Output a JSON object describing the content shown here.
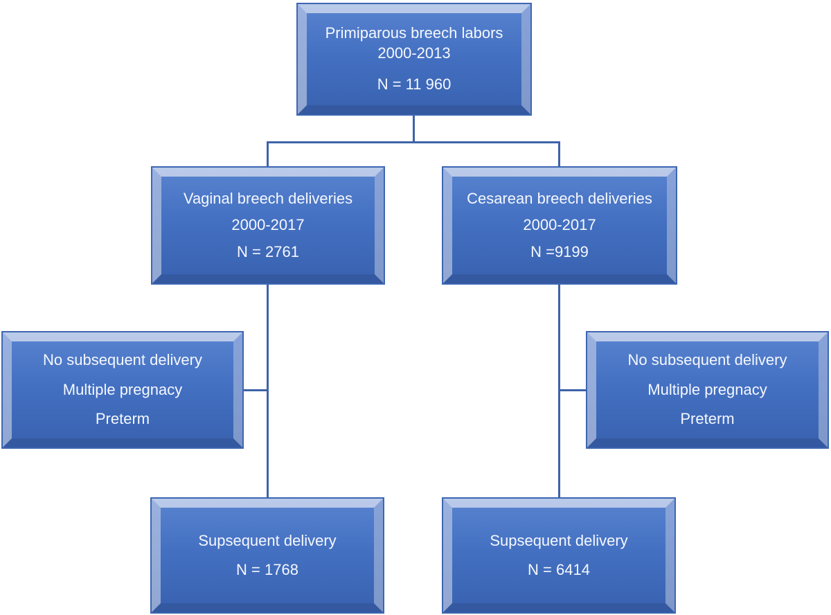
{
  "diagram": {
    "title": "Primiparous breech labor flowchart",
    "colors": {
      "box_border": "#3d66b2",
      "box_face_top": "#5580cd",
      "box_face_bottom": "#3a64b2",
      "bevel_highlight": "#c9d8f1",
      "connector": "#3e63a8",
      "text": "#f5f8fd",
      "background": "#ffffff"
    },
    "nodes": {
      "root": {
        "lines": [
          "Primiparous breech labors",
          "2000-2013",
          "N = 11 960"
        ]
      },
      "vaginal": {
        "lines": [
          "Vaginal breech deliveries",
          "2000-2017",
          "N = 2761"
        ]
      },
      "cesarean": {
        "lines": [
          "Cesarean breech deliveries",
          "2000-2017",
          "N =9199"
        ]
      },
      "excluded_left": {
        "lines": [
          "No subsequent delivery",
          "Multiple pregnacy",
          "Preterm"
        ]
      },
      "excluded_right": {
        "lines": [
          "No subsequent delivery",
          "Multiple pregnacy",
          "Preterm"
        ]
      },
      "subsequent_left": {
        "lines": [
          "Supsequent delivery",
          "N = 1768"
        ]
      },
      "subsequent_right": {
        "lines": [
          "Supsequent delivery",
          "N = 6414"
        ]
      }
    }
  }
}
